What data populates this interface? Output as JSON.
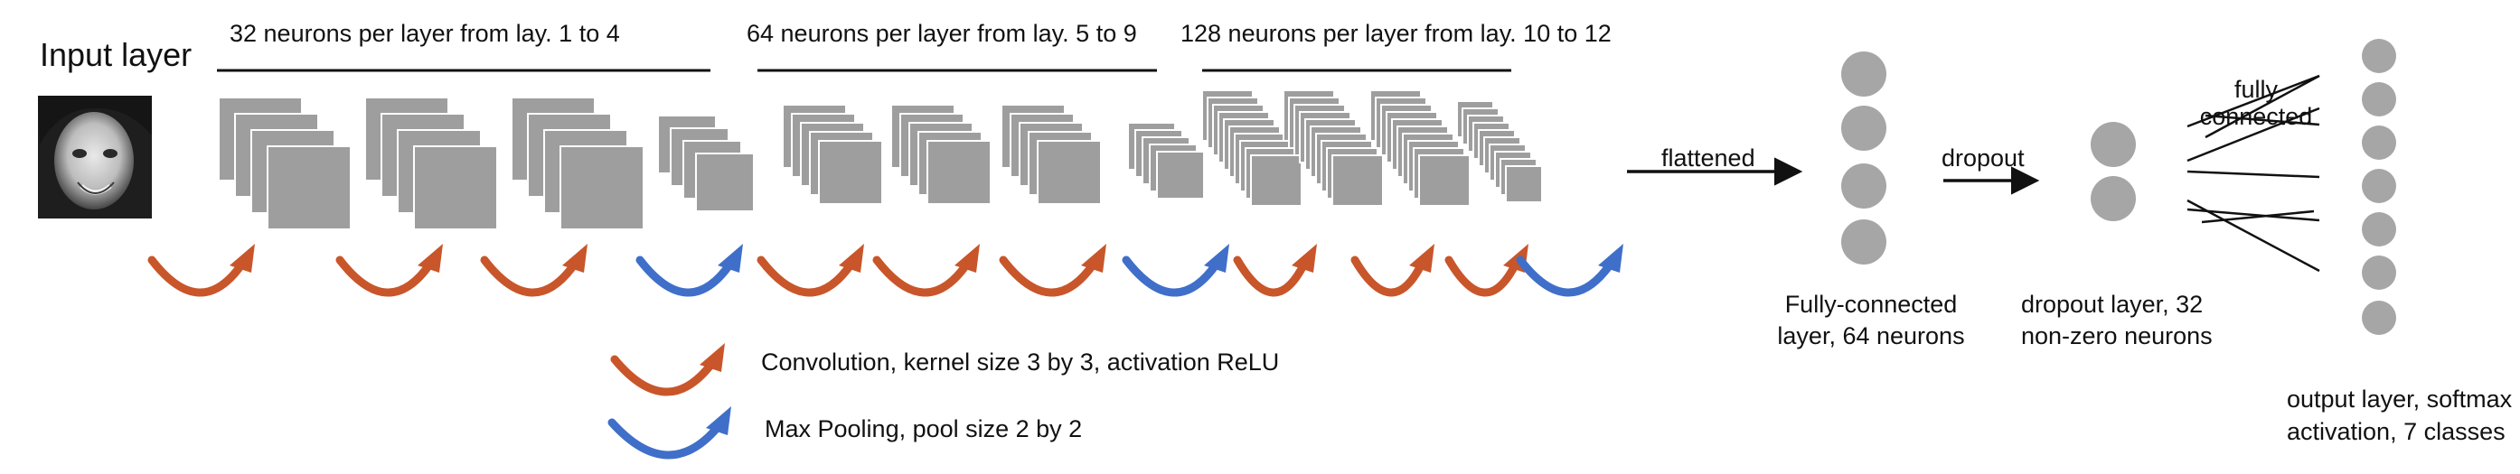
{
  "title": "Input layer",
  "group_labels": [
    "32 neurons per layer from lay. 1 to 4",
    "64 neurons per layer from lay. 5 to 9",
    "128 neurons per layer from lay. 10 to 12"
  ],
  "arrow_labels": {
    "flattened": "flattened",
    "dropout": "dropout",
    "fully_connected": "fully connected"
  },
  "captions": {
    "dense": "Fully-connected layer, 64 neurons",
    "dense_lines": [
      "Fully-connected",
      "layer, 64 neurons"
    ],
    "dropout_lines": [
      "dropout layer, 32",
      "non-zero neurons"
    ],
    "output_lines": [
      "output layer, softmax",
      "activation, 7 classes"
    ],
    "fully_connected_lines": [
      "fully",
      "connected"
    ]
  },
  "legend": {
    "conv": "Convolution, kernel size 3  by 3, activation ReLU",
    "pool": "Max Pooling, pool size 2 by 2"
  },
  "operations": [
    "conv",
    "conv",
    "conv",
    "pool",
    "conv",
    "conv",
    "conv",
    "pool",
    "conv",
    "conv",
    "conv",
    "pool"
  ],
  "colors": {
    "conv": "#c8562a",
    "pool": "#3f6fc9",
    "feature_map": "#9e9e9e",
    "feature_map_border": "#ffffff",
    "neuron": "#a6a6a6",
    "line": "#111111"
  },
  "icons": [
    "face-photo",
    "conv-arc-arrow",
    "pool-arc-arrow"
  ]
}
